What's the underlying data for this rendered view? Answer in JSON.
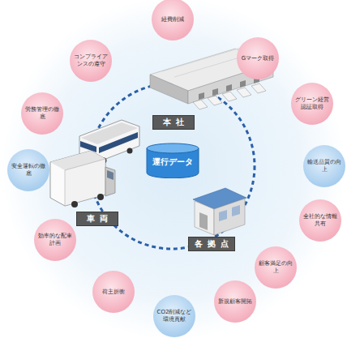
{
  "diagram": {
    "nodes": [
      {
        "text": [
          "経費削減"
        ]
      },
      {
        "text": [
          "Gマーク取得"
        ]
      },
      {
        "text": [
          "グリーン経営認証取得"
        ]
      },
      {
        "text": [
          "輸送品質の向上"
        ]
      },
      {
        "text": [
          "全社的な情報共有"
        ]
      },
      {
        "text": [
          "顧客満足の向上"
        ]
      },
      {
        "text": [
          "新規顧客開拓"
        ]
      },
      {
        "text": [
          "CO2削減など環境貢献"
        ]
      },
      {
        "text": [
          "荷主折衝"
        ]
      },
      {
        "text": [
          "効率的な配車計画"
        ]
      },
      {
        "text": [
          "安全運転の徹底"
        ]
      },
      {
        "text": [
          "労務管理の徹底"
        ]
      },
      {
        "text": [
          "コンプライアンスの遵守"
        ]
      },
      {
        "text": [
          "本社"
        ]
      },
      {
        "text": [
          "運行データ"
        ]
      },
      {
        "text": [
          "車両"
        ]
      },
      {
        "text": [
          "各拠点"
        ]
      }
    ]
  }
}
